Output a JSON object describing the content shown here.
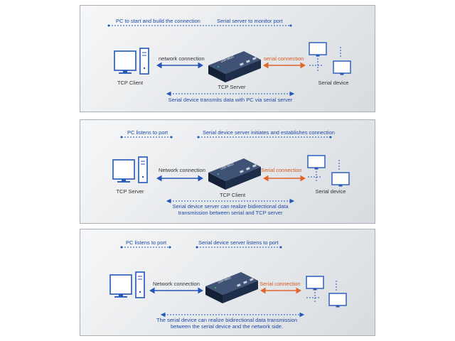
{
  "colors": {
    "network_arrow": "#2456b8",
    "serial_arrow": "#e0652a",
    "text_blue": "#1a4aa8",
    "text_orange": "#d8591a",
    "device_body": "#283a5c",
    "panel_border": "#a9b0b8"
  },
  "icons": [
    "desktop-computer-icon",
    "serial-server-device-icon",
    "serial-devices-icon"
  ],
  "panels": [
    {
      "header_left": "PC to start and build the connection",
      "header_right": "Serial server to monitor port",
      "network_label": "network connection",
      "serial_label": "serial connection",
      "pc_label": "TCP Client",
      "device_label": "TCP Server",
      "serial_device_label": "Serial device",
      "caption": "Serial device transmits data with PC via serial server"
    },
    {
      "header_left": "PC listens to port",
      "header_right": "Serial device server initiates and establishes connection",
      "network_label": "Network connection",
      "serial_label": "Serial connection",
      "pc_label": "TCP Server",
      "device_label": "TCP Client",
      "serial_device_label": "Serial device",
      "caption_line1": "Serial device server can realize bidirectional data",
      "caption_line2": "transmission between serial and TCP server"
    },
    {
      "header_left": "PC listens to port",
      "header_right": "Serial device server listens to port",
      "network_label": "Network connection",
      "serial_label": "Serial connection",
      "caption_line1": "The serial device can realize bidirectional data transmission",
      "caption_line2": "between the serial device and the network side."
    }
  ]
}
